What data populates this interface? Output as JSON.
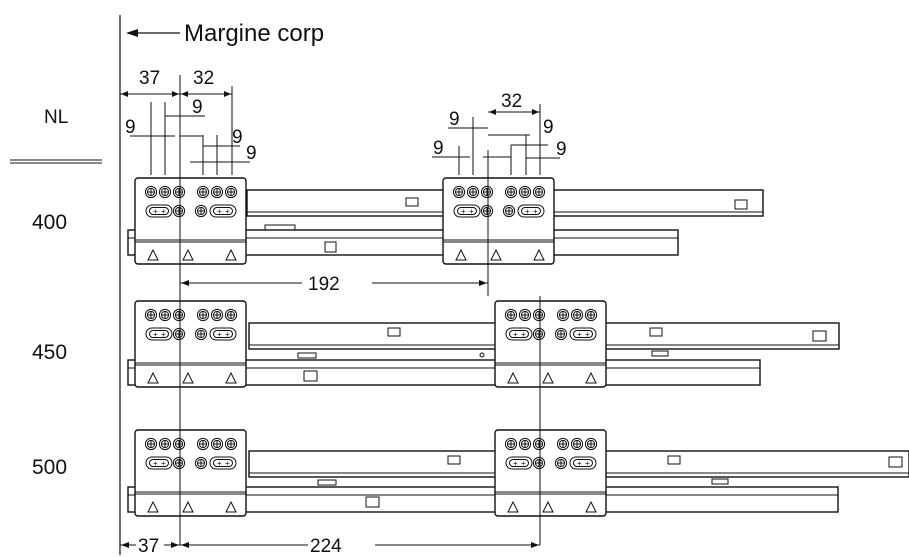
{
  "title": "Margine corp",
  "column_header": "NL",
  "rows": [
    {
      "label": "400"
    },
    {
      "label": "450"
    },
    {
      "label": "500"
    }
  ],
  "dimensions": {
    "left_offset_top": "37",
    "hole_spacing_front": "32",
    "hole_spacing_rear": "32",
    "pitch_a": "9",
    "pitch_b": "9",
    "pitch_c": "9",
    "pitch_d": "9",
    "pitch_e": "9",
    "pitch_f": "9",
    "pitch_g": "9",
    "pitch_h": "9",
    "spacing_400": "192",
    "spacing_450_500": "224",
    "left_offset_bottom": "37"
  }
}
